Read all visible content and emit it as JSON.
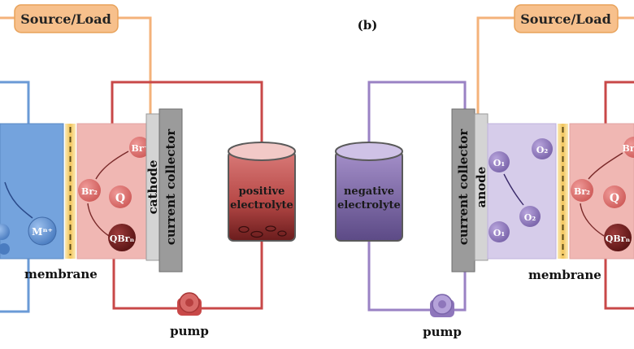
{
  "panel_b_label": "(b)",
  "source_load_label": "Source/Load",
  "membrane_label": "membrane",
  "pump_label": "pump",
  "cathode_collector": {
    "line1": "cathode",
    "line2": "current collector"
  },
  "anode_collector": {
    "line1": "anode",
    "line2": "current collector"
  },
  "positive_tank": {
    "line1": "positive",
    "line2": "electrolyte"
  },
  "negative_tank": {
    "line1": "negative",
    "line2": "electrolyte"
  },
  "left_cell_ions": {
    "br_minus": "Br⁻",
    "br2": "Br₂",
    "q": "Q",
    "qbrn": "QBrₙ",
    "mn": "Mⁿ⁺"
  },
  "right_anolyte_ions": {
    "o1_top": "O₁",
    "o2_top": "O₂",
    "o2_mid": "O₂",
    "o1_bottom": "O₁"
  },
  "right_catholyte_ions": {
    "br_minus": "Br⁻",
    "br2": "Br₂",
    "q": "Q",
    "qbrn": "QBrₙ"
  },
  "colors": {
    "negative_blue": "#6a9ad6",
    "positive_red": "#c84848",
    "purple": "#9a82c4",
    "source_box": "#f7c08c",
    "membrane_yellow": "#f5d27a",
    "collector_gray": "#9b9b9b"
  }
}
